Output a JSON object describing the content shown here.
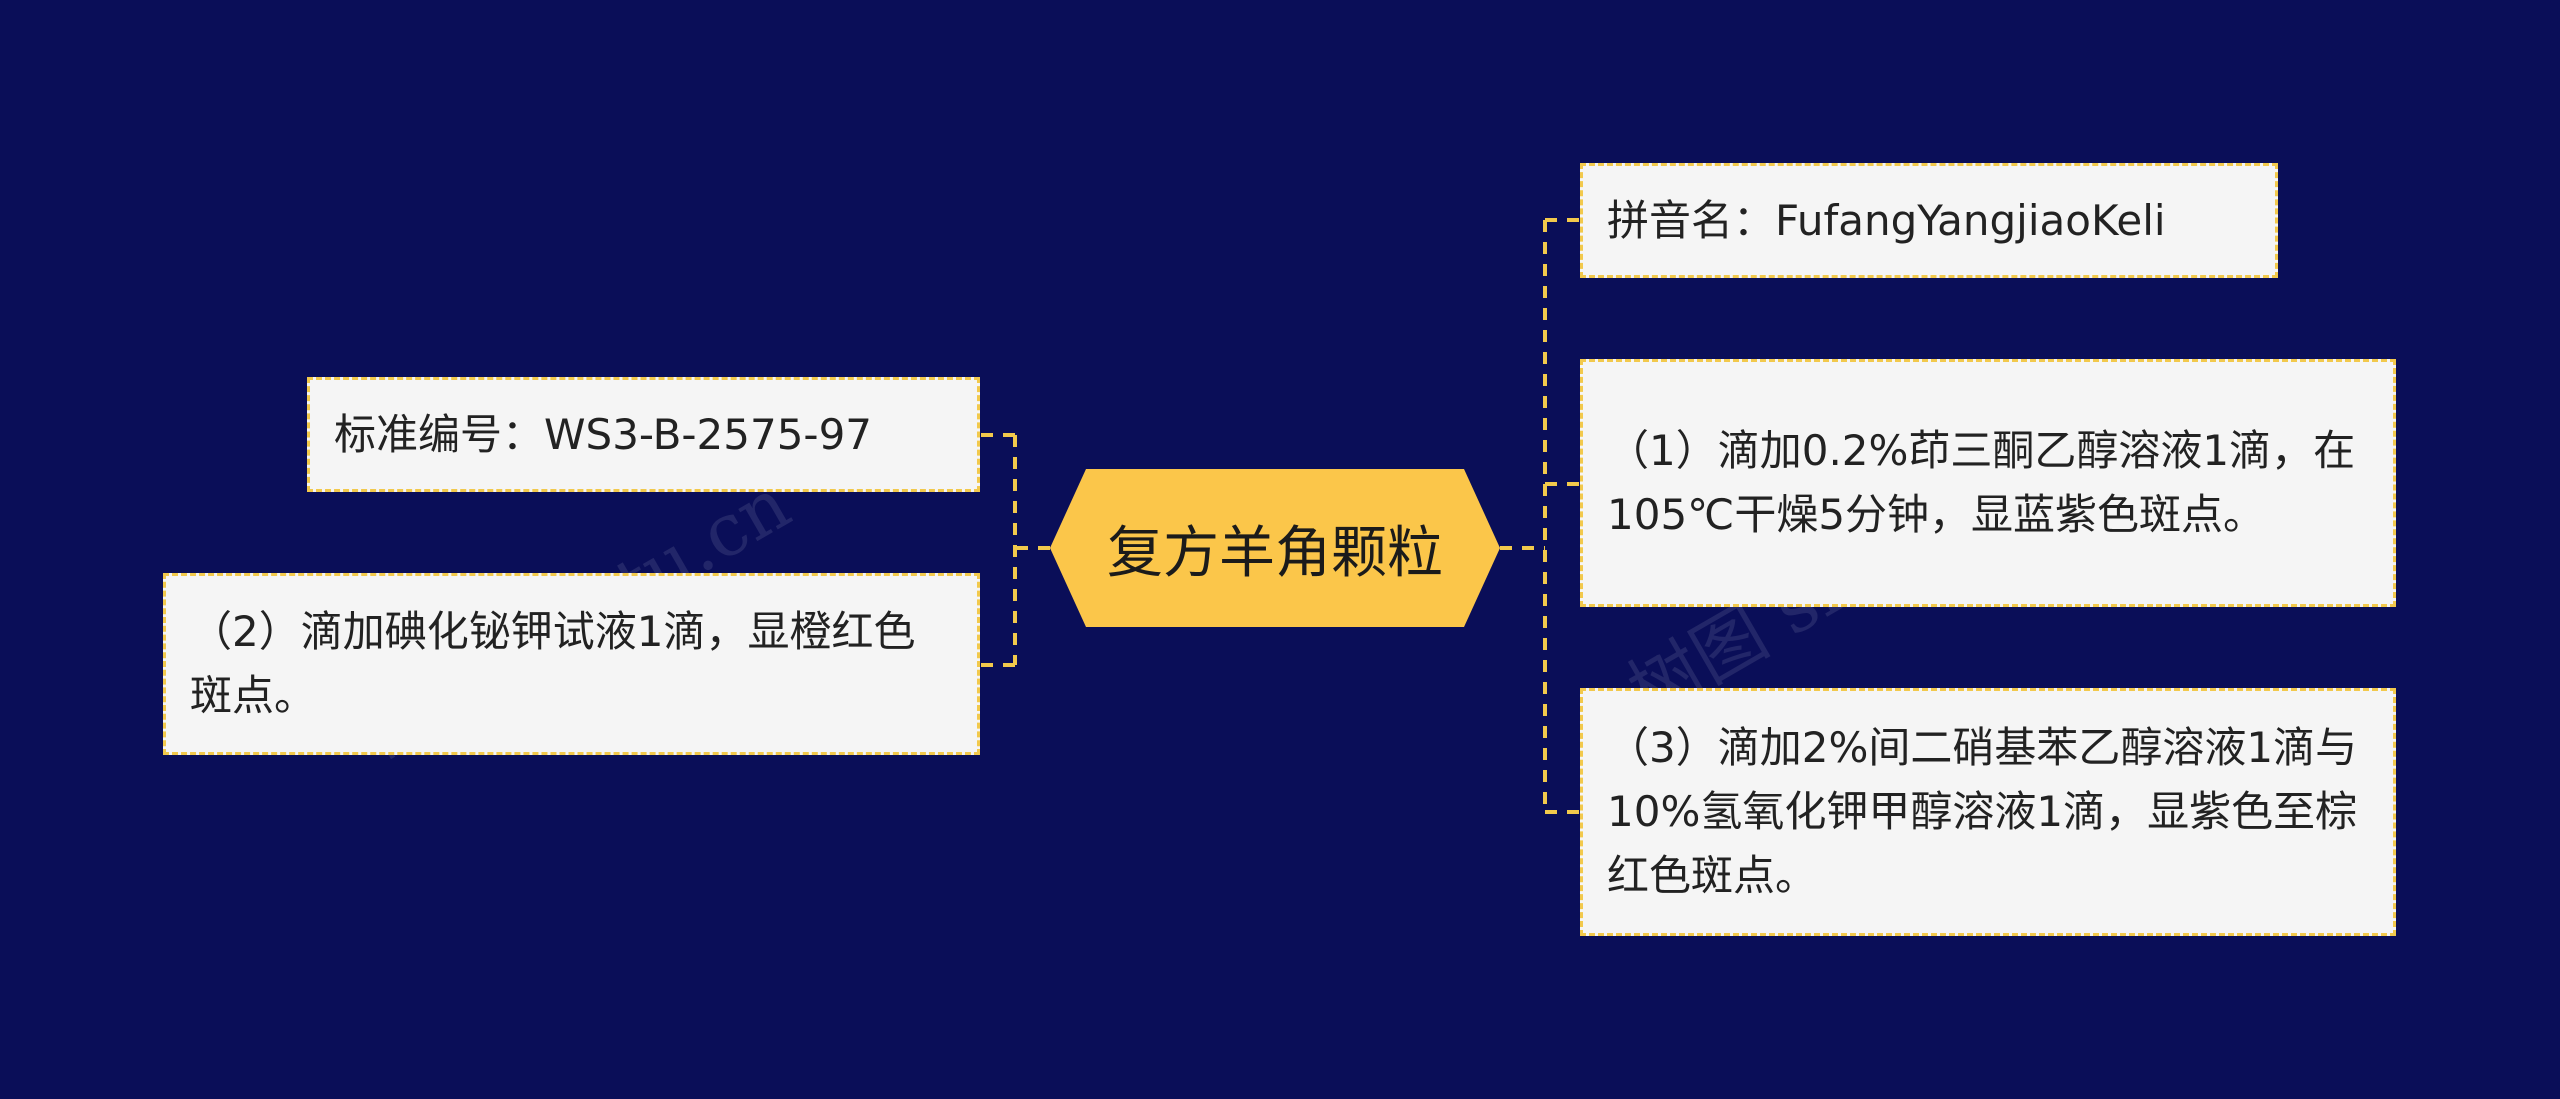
{
  "diagram": {
    "root": {
      "label": "复方羊角颗粒"
    },
    "left_nodes": [
      {
        "label": "标准编号：WS3-B-2575-97"
      },
      {
        "label": "（2）滴加碘化铋钾试液1滴，显橙红色斑点。"
      }
    ],
    "right_nodes": [
      {
        "label": "拼音名：FufangYangjiaoKeli"
      },
      {
        "label": "（1）滴加0.2%茚三酮乙醇溶液1滴，在105℃干燥5分钟，显蓝紫色斑点。"
      },
      {
        "label": "（3）滴加2%间二硝基苯乙醇溶液1滴与10%氢氧化钾甲醇溶液1滴，显紫色至棕红色斑点。"
      }
    ],
    "watermark": "树图 shutu.cn",
    "colors": {
      "background": "#0a0e58",
      "root_fill": "#fbc64a",
      "node_fill": "#f5f5f5",
      "connector": "#f2c94c"
    }
  }
}
